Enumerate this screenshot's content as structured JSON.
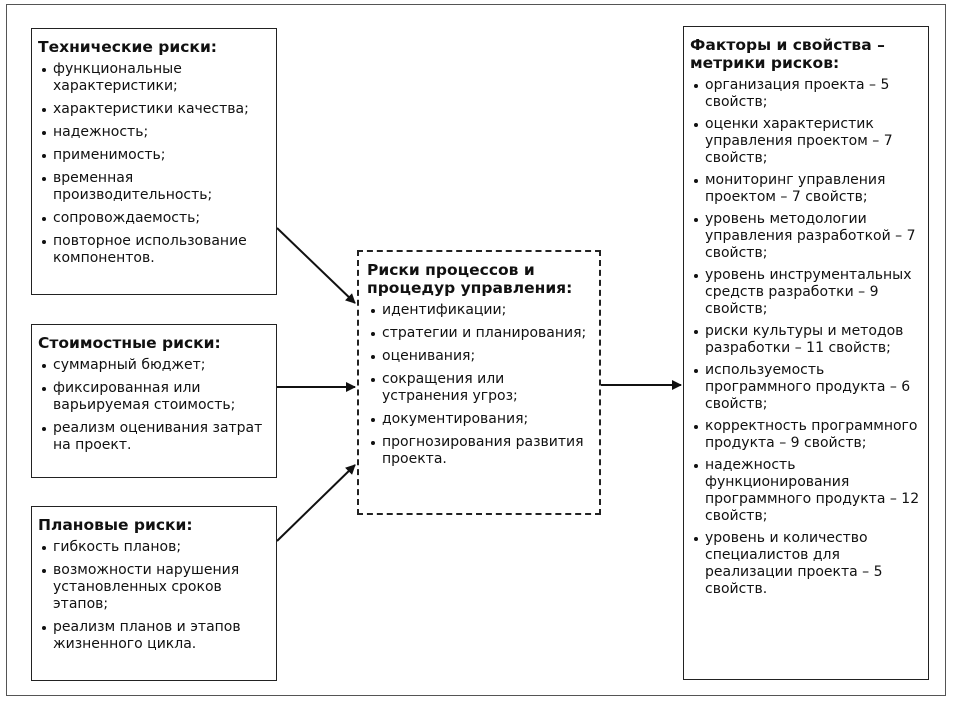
{
  "technical": {
    "title": "Технические риски:",
    "items": [
      "функциональные характеристики;",
      "характеристики качества;",
      "надежность;",
      "применимость;",
      "временная производительность;",
      "сопровождаемость;",
      "повторное использование компонентов."
    ]
  },
  "cost": {
    "title": "Стоимостные риски:",
    "items": [
      "суммарный бюджет;",
      "фиксированная или варьируемая стоимость;",
      "реализм оценивания затрат на проект."
    ]
  },
  "planning": {
    "title": "Плановые риски:",
    "items": [
      "гибкость планов;",
      "возможности нарушения установленных сроков этапов;",
      "реализм планов и этапов жизненного цикла."
    ]
  },
  "processes": {
    "title": "Риски процессов и процедур управления:",
    "items": [
      "идентификации;",
      "стратегии и планирования;",
      "оценивания;",
      "сокращения или устранения угроз;",
      "документирования;",
      "прогнозирования развития проекта."
    ]
  },
  "metrics": {
    "title": "Факторы и свойства – метрики рисков:",
    "items": [
      "организация проекта – 5 свойств;",
      "оценки характеристик управления проектом – 7 свойств;",
      "мониторинг управления проектом – 7 свойств;",
      "уровень методологии управления разработкой – 7 свойств;",
      "уровень инструментальных средств разработки – 9 свойств;",
      "риски культуры и методов разработки – 11 свойств;",
      "используемость программного продукта – 6 свойств;",
      "корректность программного продукта – 9 свойств;",
      "надежность функционирования программного продукта – 12 свойств;",
      "уровень и количество специалистов для реализации проекта – 5 свойств."
    ]
  }
}
